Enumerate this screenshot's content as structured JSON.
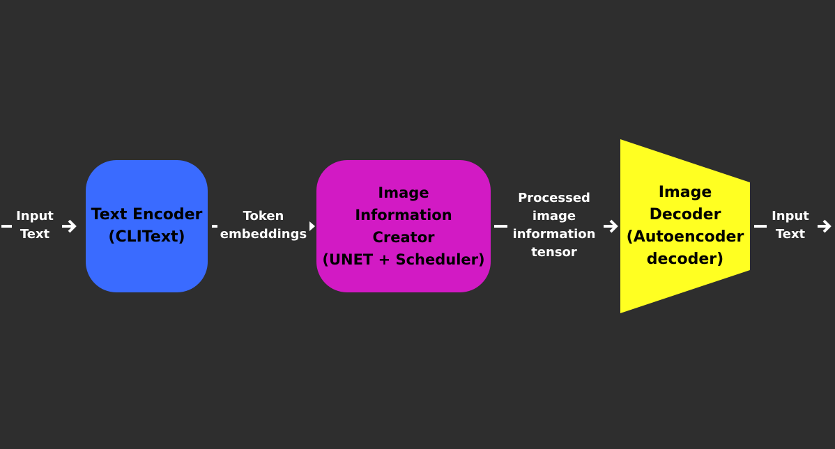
{
  "colors": {
    "background": "#2e2e2e",
    "text_encoder": "#3a6bff",
    "info_creator": "#d21ac4",
    "image_decoder": "#ffff22",
    "arrow": "#ffffff",
    "box_text": "#000000",
    "flow_text": "#ffffff"
  },
  "flow": {
    "input_label": [
      "Input",
      "Text"
    ],
    "token_label": [
      "Token",
      "embeddings"
    ],
    "tensor_label": [
      "Processed",
      "image",
      "information",
      "tensor"
    ],
    "output_label": [
      "Input",
      "Text"
    ]
  },
  "components": {
    "text_encoder": [
      "Text Encoder",
      "(CLIText)"
    ],
    "info_creator": [
      "Image",
      "Information",
      "Creator",
      "(UNET + Scheduler)"
    ],
    "image_decoder": [
      "Image",
      "Decoder",
      "(Autoencoder",
      "decoder)"
    ]
  },
  "icons": {
    "arrow": "arrow-right-icon"
  }
}
